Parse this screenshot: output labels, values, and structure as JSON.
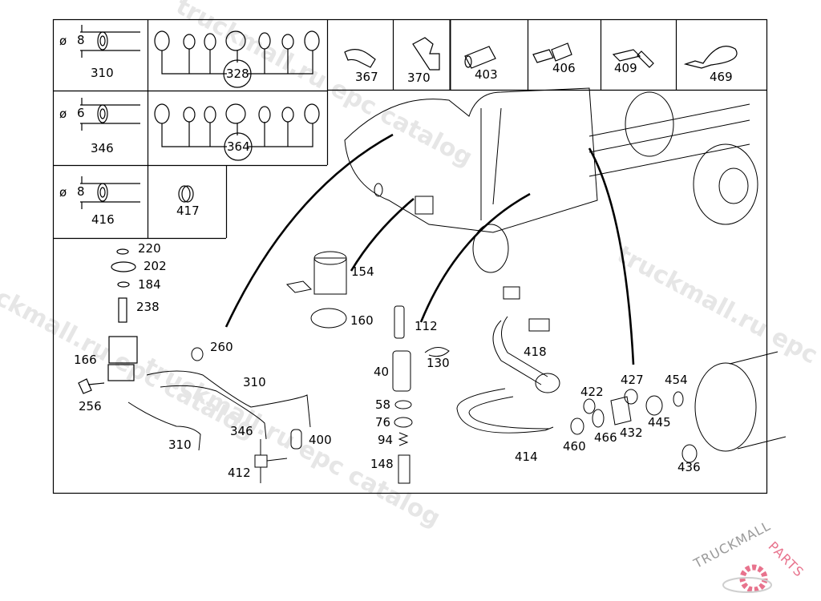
{
  "diagram": {
    "title": "Parts catalog diagram - auxiliary heater fuel/vacuum lines",
    "size_table": [
      {
        "symbol": "ø",
        "diameter": "8",
        "part": "310"
      },
      {
        "symbol": "ø",
        "diameter": "6",
        "part": "346"
      },
      {
        "symbol": "ø",
        "diameter": "8",
        "part": "416"
      }
    ],
    "kits": [
      {
        "part": "328"
      },
      {
        "part": "364"
      },
      {
        "part": "417"
      }
    ],
    "top_parts": [
      {
        "part": "367"
      },
      {
        "part": "370"
      },
      {
        "part": "403"
      },
      {
        "part": "406"
      },
      {
        "part": "409"
      },
      {
        "part": "469"
      }
    ],
    "callouts": {
      "p220": "220",
      "p202": "202",
      "p184": "184",
      "p238": "238",
      "p166": "166",
      "p256": "256",
      "p260": "260",
      "p310a": "310",
      "p310b": "310",
      "p346": "346",
      "p400": "400",
      "p412": "412",
      "p154": "154",
      "p160": "160",
      "p112": "112",
      "p130": "130",
      "p40": "40",
      "p58": "58",
      "p76": "76",
      "p94": "94",
      "p148": "148",
      "p418": "418",
      "p414": "414",
      "p460": "460",
      "p422": "422",
      "p466": "466",
      "p432": "432",
      "p427": "427",
      "p445": "445",
      "p454": "454",
      "p436": "436"
    }
  },
  "watermarks": [
    "truckmall.ru epc catalog",
    "truckmall.ru epc catalog",
    "truckmall.ru epc catalog",
    "truckmall.ru epc catalog"
  ],
  "logo": {
    "text_left": "TRUCKMALL",
    "text_right": "PARTS",
    "accent_color": "#e8738d",
    "gray_color": "#9a9a9a"
  }
}
